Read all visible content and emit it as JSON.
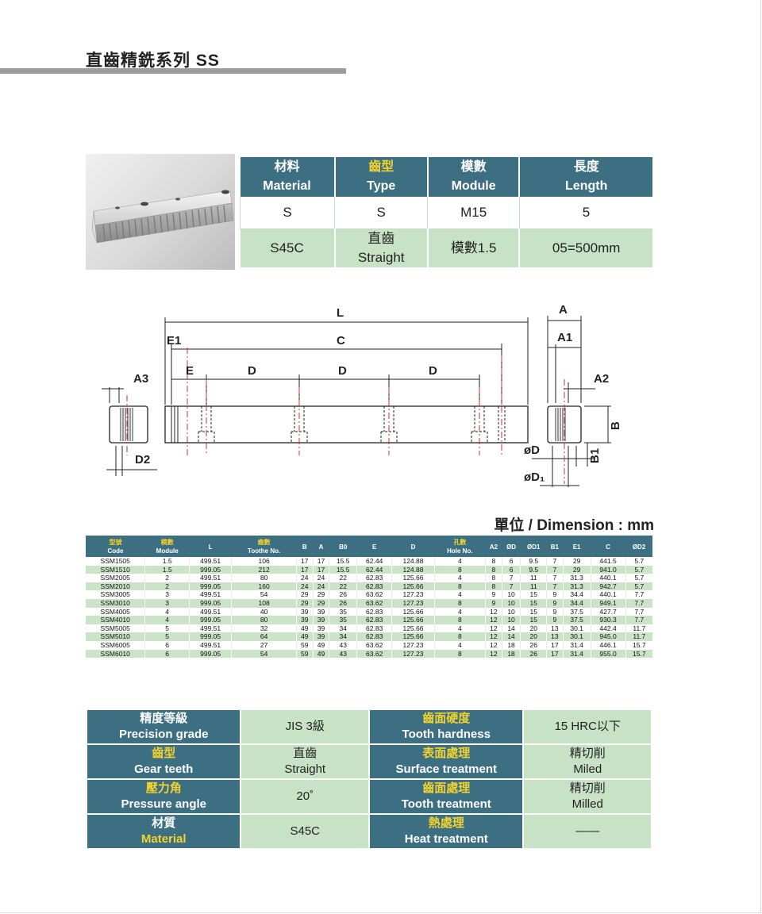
{
  "page": {
    "title": "直齒精銑系列  SS"
  },
  "spec_table": {
    "headers": [
      {
        "zh": "材料",
        "en": "Material",
        "zh_color": "white"
      },
      {
        "zh": "齒型",
        "en": "Type",
        "zh_color": "yellow"
      },
      {
        "zh": "模數",
        "en": "Module",
        "zh_color": "white"
      },
      {
        "zh": "長度",
        "en": "Length",
        "zh_color": "white"
      }
    ],
    "codes": [
      "S",
      "S",
      "M15",
      "5"
    ],
    "meanings": [
      {
        "l1": "S45C",
        "l2": ""
      },
      {
        "l1": "直齒",
        "l2": "Straight"
      },
      {
        "l1": "模數1.5",
        "l2": ""
      },
      {
        "l1": "05=500mm",
        "l2": ""
      }
    ]
  },
  "drawing": {
    "labels": {
      "L": "L",
      "C": "C",
      "E1": "E1",
      "E": "E",
      "D": "D",
      "A3": "A3",
      "D2": "D2",
      "A": "A",
      "A1": "A1",
      "A2": "A2",
      "B": "B",
      "B1": "B1",
      "OD": "øD",
      "OD1": "øD₁"
    }
  },
  "unit_label": "單位 / Dimension : mm",
  "dimension_table": {
    "headers": [
      {
        "zh": "型號",
        "en": "Code"
      },
      {
        "zh": "模數",
        "en": "Module"
      },
      {
        "zh": "",
        "en": "L"
      },
      {
        "zh": "齒數",
        "en": "Toothe No."
      },
      {
        "zh": "",
        "en": "B"
      },
      {
        "zh": "",
        "en": "A"
      },
      {
        "zh": "",
        "en": "B0"
      },
      {
        "zh": "",
        "en": "E"
      },
      {
        "zh": "",
        "en": "D"
      },
      {
        "zh": "孔數",
        "en": "Hole No."
      },
      {
        "zh": "",
        "en": "A2"
      },
      {
        "zh": "",
        "en": "ØD"
      },
      {
        "zh": "",
        "en": "ØD1"
      },
      {
        "zh": "",
        "en": "B1"
      },
      {
        "zh": "",
        "en": "E1"
      },
      {
        "zh": "",
        "en": "C"
      },
      {
        "zh": "",
        "en": "ØD2"
      }
    ],
    "rows": [
      [
        "SSM1505",
        "1.5",
        "499.51",
        "106",
        "17",
        "17",
        "15.5",
        "62.44",
        "124.88",
        "4",
        "8",
        "6",
        "9.5",
        "7",
        "29",
        "441.5",
        "5.7"
      ],
      [
        "SSM1510",
        "1.5",
        "999.05",
        "212",
        "17",
        "17",
        "15.5",
        "62.44",
        "124.88",
        "8",
        "8",
        "6",
        "9.5",
        "7",
        "29",
        "941.0",
        "5.7"
      ],
      [
        "SSM2005",
        "2",
        "499.51",
        "80",
        "24",
        "24",
        "22",
        "62.83",
        "125.66",
        "4",
        "8",
        "7",
        "11",
        "7",
        "31.3",
        "440.1",
        "5.7"
      ],
      [
        "SSM2010",
        "2",
        "999.05",
        "160",
        "24",
        "24",
        "22",
        "62.83",
        "125.66",
        "8",
        "8",
        "7",
        "11",
        "7",
        "31.3",
        "942.7",
        "5.7"
      ],
      [
        "SSM3005",
        "3",
        "499.51",
        "54",
        "29",
        "29",
        "26",
        "63.62",
        "127.23",
        "4",
        "9",
        "10",
        "15",
        "9",
        "34.4",
        "440.1",
        "7.7"
      ],
      [
        "SSM3010",
        "3",
        "999.05",
        "108",
        "29",
        "29",
        "26",
        "63.62",
        "127.23",
        "8",
        "9",
        "10",
        "15",
        "9",
        "34.4",
        "949.1",
        "7.7"
      ],
      [
        "SSM4005",
        "4",
        "499.51",
        "40",
        "39",
        "39",
        "35",
        "62.83",
        "125.66",
        "4",
        "12",
        "10",
        "15",
        "9",
        "37.5",
        "427.7",
        "7.7"
      ],
      [
        "SSM4010",
        "4",
        "999.05",
        "80",
        "39",
        "39",
        "35",
        "62.83",
        "125.66",
        "8",
        "12",
        "10",
        "15",
        "9",
        "37.5",
        "930.3",
        "7.7"
      ],
      [
        "SSM5005",
        "5",
        "499.51",
        "32",
        "49",
        "39",
        "34",
        "62.83",
        "125.66",
        "4",
        "12",
        "14",
        "20",
        "13",
        "30.1",
        "442.4",
        "11.7"
      ],
      [
        "SSM5010",
        "5",
        "999.05",
        "64",
        "49",
        "39",
        "34",
        "62.83",
        "125.66",
        "8",
        "12",
        "14",
        "20",
        "13",
        "30.1",
        "945.0",
        "11.7"
      ],
      [
        "SSM6005",
        "6",
        "499.51",
        "27",
        "59",
        "49",
        "43",
        "63.62",
        "127.23",
        "4",
        "12",
        "18",
        "26",
        "17",
        "31.4",
        "446.1",
        "15.7"
      ],
      [
        "SSM6010",
        "6",
        "999.05",
        "54",
        "59",
        "49",
        "43",
        "63.62",
        "127.23",
        "8",
        "12",
        "18",
        "26",
        "17",
        "31.4",
        "955.0",
        "15.7"
      ]
    ]
  },
  "properties": [
    {
      "left_label": {
        "zh": "精度等級",
        "en": "Precision grade",
        "zh_color": "white"
      },
      "left_value": {
        "l1": "JIS 3級",
        "l2": ""
      },
      "right_label": {
        "zh": "齒面硬度",
        "en": "Tooth hardness",
        "zh_color": "yellow"
      },
      "right_value": {
        "l1": "15 HRC以下",
        "l2": ""
      }
    },
    {
      "left_label": {
        "zh": "齒型",
        "en": "Gear teeth",
        "zh_color": "yellow"
      },
      "left_value": {
        "l1": "直齒",
        "l2": "Straight"
      },
      "right_label": {
        "zh": "表面處理",
        "en": "Surface treatment",
        "zh_color": "yellow"
      },
      "right_value": {
        "l1": "精切削",
        "l2": "Miled"
      }
    },
    {
      "left_label": {
        "zh": "壓力角",
        "en": "Pressure angle",
        "zh_color": "yellow"
      },
      "left_value": {
        "l1": "20˚",
        "l2": ""
      },
      "right_label": {
        "zh": "齒面處理",
        "en": "Tooth treatment",
        "zh_color": "yellow"
      },
      "right_value": {
        "l1": "精切削",
        "l2": "Milled"
      }
    },
    {
      "left_label": {
        "zh": "材質",
        "en": "Material",
        "zh_color": "white"
      },
      "left_value": {
        "l1": "S45C",
        "l2": ""
      },
      "right_label": {
        "zh": "熱處理",
        "en": "Heat treatment",
        "zh_color": "yellow"
      },
      "right_value": {
        "l1": "——",
        "l2": ""
      }
    }
  ],
  "colors": {
    "header_blue": "#3d6f83",
    "row_green": "#c8e2c5",
    "accent_yellow": "#f2d22e",
    "title_bar_gray": "#9d9d9d",
    "drawing_red": "#d0312d"
  }
}
